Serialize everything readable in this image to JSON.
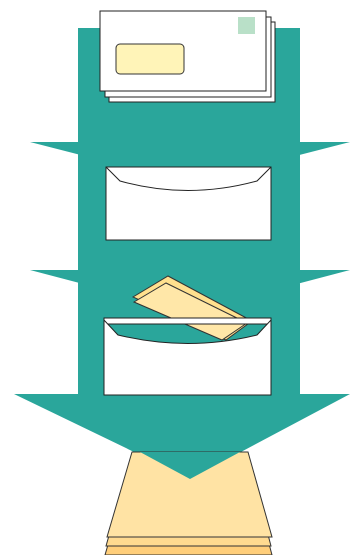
{
  "diagram": {
    "description_steps": [
      "stacked-envelopes",
      "opened-envelope",
      "letter-removed",
      "unfolded-letters"
    ],
    "colors": {
      "arrow_light": "#eef8f6",
      "arrow_dark": "#2aa69b",
      "envelope_fill": "#ffffff",
      "envelope_stroke": "#222222",
      "window_fill": "#fff4b8",
      "stamp_fill": "#b9e0c8",
      "letter_fill": "#ffe08e",
      "letter_fill_light": "#ffe7a8",
      "letter_stroke": "#333333"
    }
  }
}
